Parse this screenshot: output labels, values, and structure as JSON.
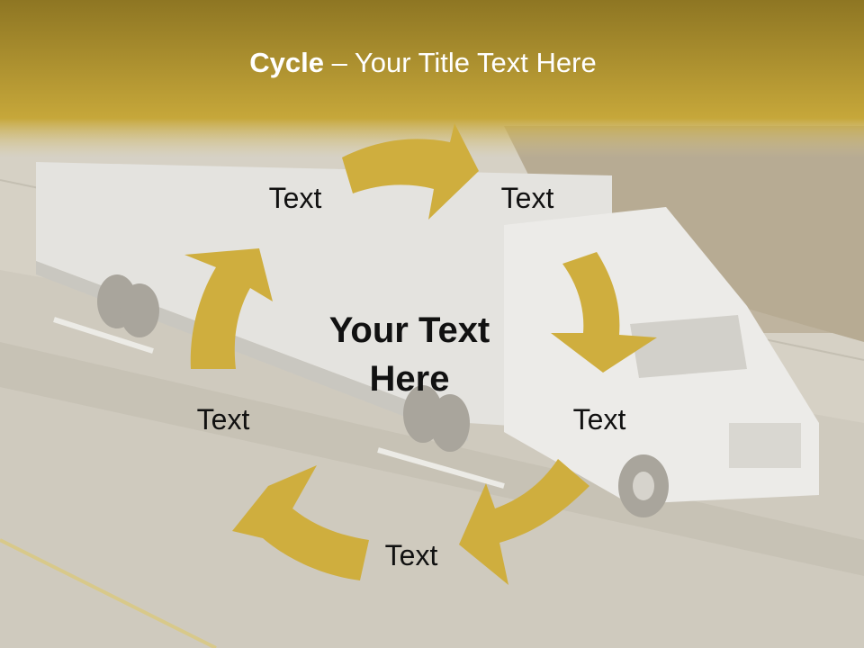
{
  "title": {
    "bold": "Cycle",
    "rest": " – Your Title Text Here"
  },
  "center_text": {
    "line1": "Your Text",
    "line2": "Here"
  },
  "nodes": [
    "Text",
    "Text",
    "Text",
    "Text",
    "Text"
  ],
  "colors": {
    "header_gold": "#b59a2a",
    "arrow_gold": "#cfae3e",
    "text": "#111111",
    "title": "#ffffff"
  }
}
